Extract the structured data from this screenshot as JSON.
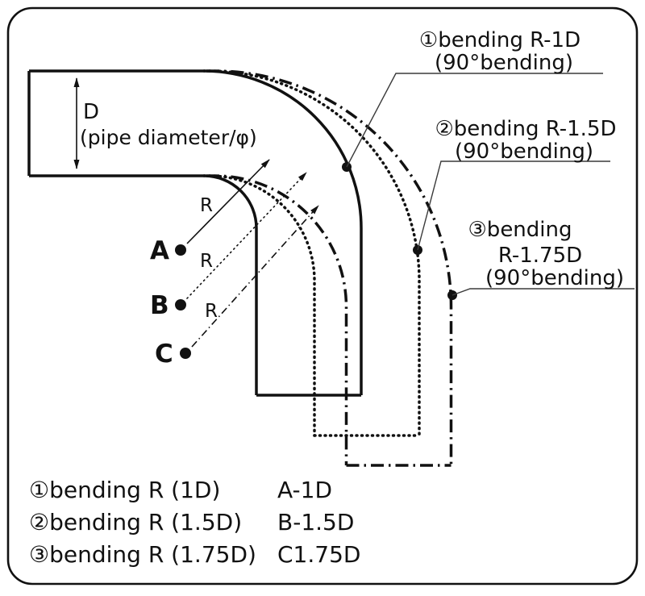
{
  "diagram": {
    "colors": {
      "ink": "#111111",
      "leader": "#3a3a3a",
      "background": "#ffffff"
    },
    "dimension": {
      "d_label": "D",
      "d_sub": "(pipe diameter/φ)"
    },
    "points": [
      {
        "label": "A",
        "r": "R"
      },
      {
        "label": "B",
        "r": "R"
      },
      {
        "label": "C",
        "r": "R"
      }
    ],
    "callouts": [
      {
        "line1": "①bending R-1D",
        "line2": "(90°bending)"
      },
      {
        "line1": "②bending R-1.5D",
        "line2": "(90°bending)"
      },
      {
        "line1": "③bending",
        "line2": "R-1.75D",
        "line3": "(90°bending)"
      }
    ],
    "legend": [
      {
        "name": "①bending R (1D)",
        "code": "A-1D"
      },
      {
        "name": "②bending R (1.5D)",
        "code": "B-1.5D"
      },
      {
        "name": "③bending R (1.75D)",
        "code": "C1.75D"
      }
    ]
  }
}
